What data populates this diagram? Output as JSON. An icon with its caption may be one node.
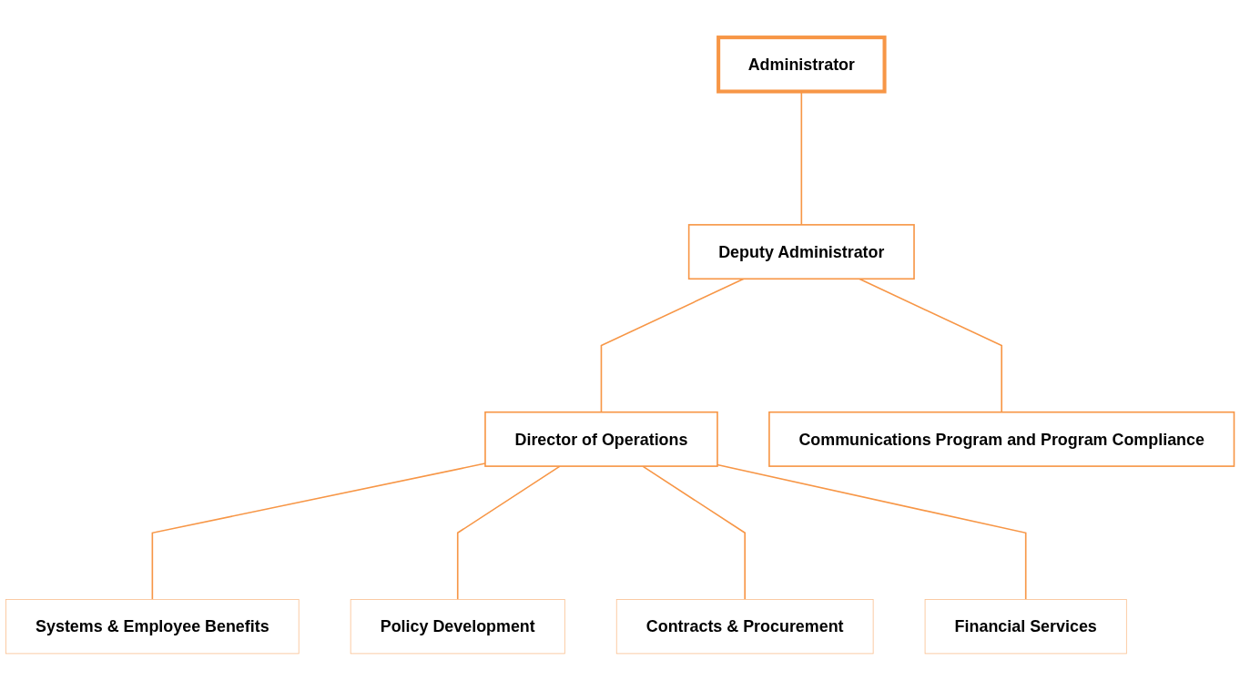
{
  "diagram": {
    "nodes": [
      {
        "text": [
          "Administrator"
        ]
      },
      {
        "text": [
          "Deputy Administrator"
        ]
      },
      {
        "text": [
          "Communications Program and Program Compliance"
        ]
      },
      {
        "text": [
          "Director of Operations"
        ]
      },
      {
        "text": [
          "Systems & Employee Benefits"
        ]
      },
      {
        "text": [
          "Policy Development"
        ]
      },
      {
        "text": [
          "Contracts & Procurement"
        ]
      },
      {
        "text": [
          "Financial Services"
        ]
      }
    ],
    "edges": [
      {
        "from": 0,
        "to": 1,
        "arrow": "none"
      },
      {
        "from": 1,
        "to": 2,
        "arrow": "none"
      },
      {
        "from": 1,
        "to": 3,
        "arrow": "none"
      },
      {
        "from": 3,
        "to": 4,
        "arrow": "none"
      },
      {
        "from": 3,
        "to": 5,
        "arrow": "none"
      },
      {
        "from": 3,
        "to": 6,
        "arrow": "none"
      },
      {
        "from": 3,
        "to": 7,
        "arrow": "none"
      }
    ]
  }
}
